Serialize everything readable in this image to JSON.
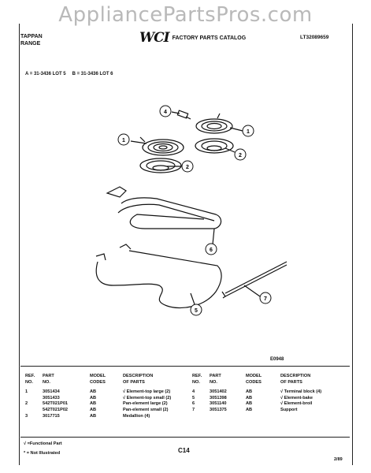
{
  "watermark": "AppliancePartsPros.com",
  "header": {
    "brand_line1": "TAPPAN",
    "brand_line2": "RANGE",
    "logo": "WCI",
    "catalog_title": "FACTORY PARTS CATALOG",
    "doc_number": "LT32089659"
  },
  "lots": {
    "a": "A = 31-3436 LOT 5",
    "b": "B = 31-3436 LOT 6"
  },
  "callouts": [
    "1",
    "1",
    "2",
    "2",
    "4",
    "5",
    "6",
    "7"
  ],
  "figure_code": "E0948",
  "table_left": {
    "headers": {
      "ref": "REF.\nNO.",
      "part": "PART\nNO.",
      "model": "MODEL\nCODES",
      "desc": "DESCRIPTION\nOF PARTS"
    },
    "rows": [
      {
        "ref": "1",
        "part": "3051434",
        "model": "AB",
        "desc": "√ Element-top large (2)"
      },
      {
        "ref": "",
        "part": "3051433",
        "model": "AB",
        "desc": "√ Element-top small (2)"
      },
      {
        "ref": "2",
        "part": "542T021P01",
        "model": "AB",
        "desc": "Pan-element large (2)"
      },
      {
        "ref": "",
        "part": "542T021P02",
        "model": "AB",
        "desc": "Pan-element small (2)"
      },
      {
        "ref": "3",
        "part": "3017715",
        "model": "AB",
        "desc": "Medallion (4)"
      }
    ]
  },
  "table_right": {
    "headers": {
      "ref": "REF.\nNO.",
      "part": "PART\nNO.",
      "model": "MODEL\nCODES",
      "desc": "DESCRIPTION\nOF PARTS"
    },
    "rows": [
      {
        "ref": "4",
        "part": "3051402",
        "model": "AB",
        "desc": "√ Terminal block (4)"
      },
      {
        "ref": "5",
        "part": "3051398",
        "model": "AB",
        "desc": "√ Element-bake"
      },
      {
        "ref": "6",
        "part": "3051140",
        "model": "AB",
        "desc": "√ Element-broil"
      },
      {
        "ref": "7",
        "part": "3051375",
        "model": "AB",
        "desc": "Support"
      }
    ]
  },
  "footer": {
    "functional": "√ =Functional Part",
    "not_illustrated": "* = Not Illustrated",
    "page": "C14",
    "date": "2/89"
  }
}
